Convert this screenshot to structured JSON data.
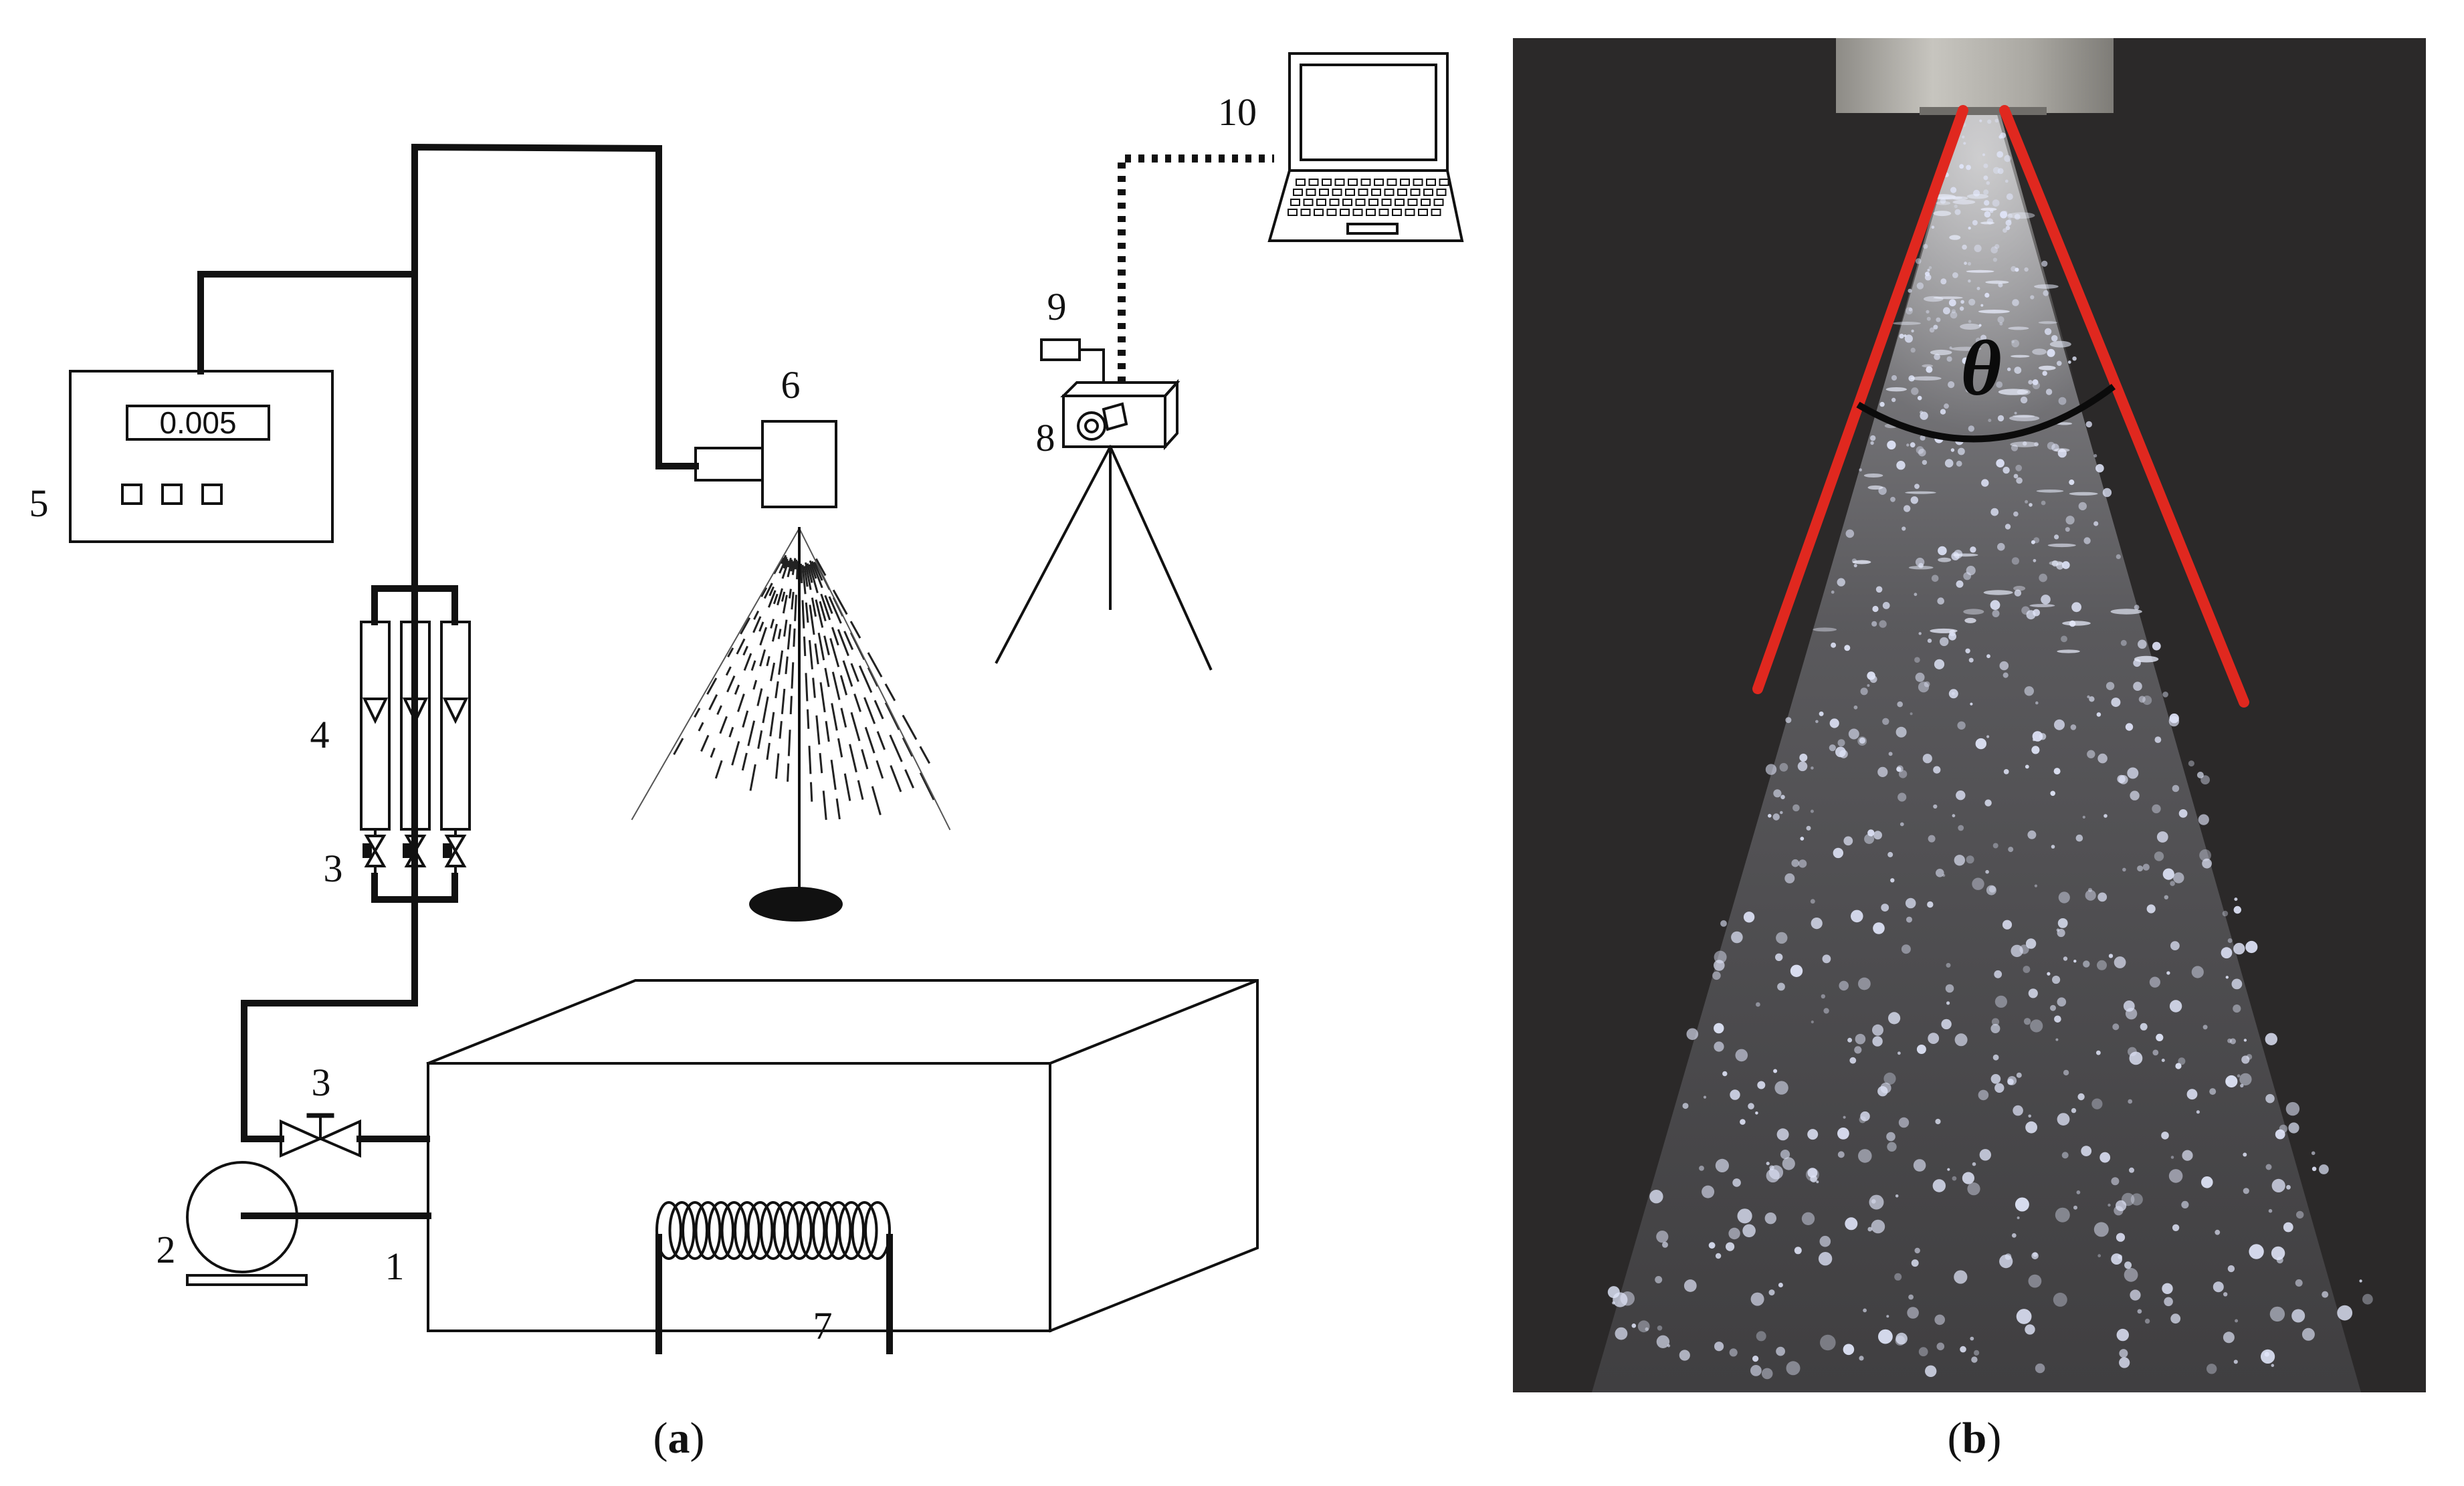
{
  "panel_a": {
    "caption_open": "(",
    "caption_letter": "a",
    "caption_close": ")",
    "display_value": "0.005",
    "labels": {
      "l1": "1",
      "l2": "2",
      "l3a": "3",
      "l3b": "3",
      "l4": "4",
      "l5": "5",
      "l6": "6",
      "l7": "7",
      "l8": "8",
      "l9": "9",
      "l10": "10"
    }
  },
  "panel_b": {
    "caption_open": "(",
    "caption_letter": "b",
    "caption_close": ")",
    "angle_symbol": "θ",
    "colors": {
      "background": "#2a2828",
      "cone_lines": "#e0281f",
      "nozzle": "#a9a7a2",
      "droplets": "#dfe4f8"
    }
  }
}
